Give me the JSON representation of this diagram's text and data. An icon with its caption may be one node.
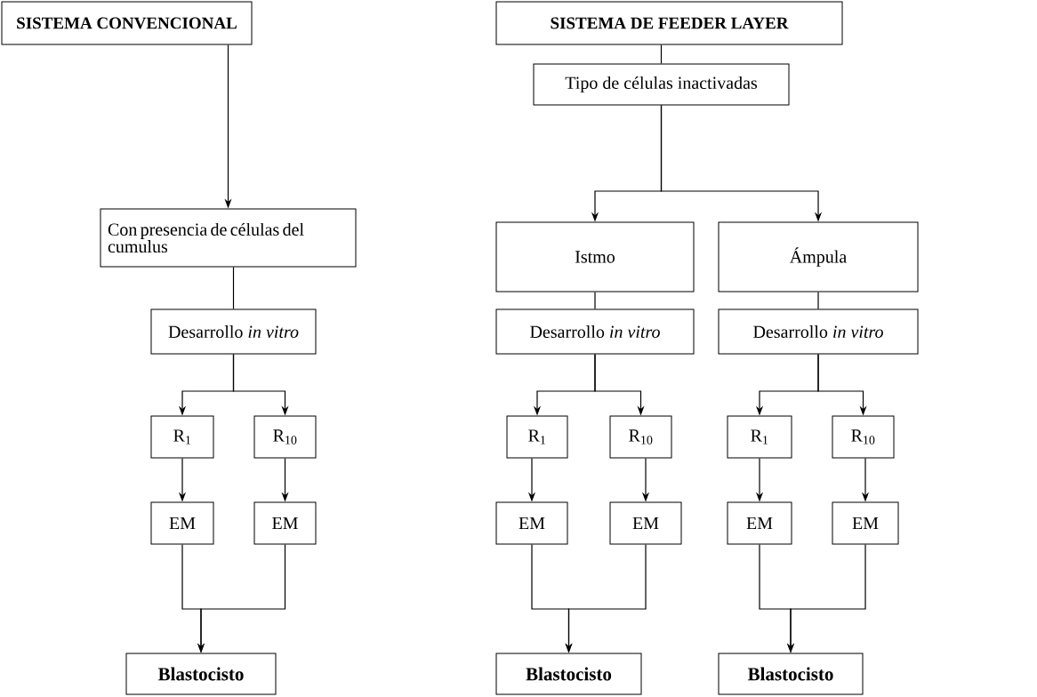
{
  "diagram": {
    "nodes": [
      {
        "text": [
          "SISTEMA CONVENCIONAL"
        ]
      },
      {
        "text": [
          "SISTEMA DE FEEDER LAYER"
        ]
      },
      {
        "text": [
          "Tipo de células inactivadas"
        ]
      },
      {
        "text": [
          "Con presencia de células del cumulus"
        ]
      },
      {
        "text": [
          "Istmo"
        ]
      },
      {
        "text": [
          "Ámpula"
        ]
      },
      {
        "text": [
          "Desarrollo *in vitro*"
        ]
      },
      {
        "text": [
          "Desarrollo *in vitro*"
        ]
      },
      {
        "text": [
          "Desarrollo *in vitro*"
        ]
      },
      {
        "text": [
          "R$_{1}$"
        ]
      },
      {
        "text": [
          "R$_{10}$"
        ]
      },
      {
        "text": [
          "R$_{1}$"
        ]
      },
      {
        "text": [
          "R$_{10}$"
        ]
      },
      {
        "text": [
          "R$_{1}$"
        ]
      },
      {
        "text": [
          "R$_{10}$"
        ]
      },
      {
        "text": [
          "EM"
        ]
      },
      {
        "text": [
          "EM"
        ]
      },
      {
        "text": [
          "EM"
        ]
      },
      {
        "text": [
          "EM"
        ]
      },
      {
        "text": [
          "EM"
        ]
      },
      {
        "text": [
          "EM"
        ]
      },
      {
        "text": [
          "Blastocisto"
        ]
      },
      {
        "text": [
          "Blastocisto"
        ]
      },
      {
        "text": [
          "Blastocisto"
        ]
      }
    ],
    "edges": [
      {
        "from": 0,
        "to": 3,
        "arrow": "to"
      },
      {
        "from": 1,
        "to": 2,
        "arrow": "none"
      },
      {
        "from": 2,
        "to": 4,
        "arrow": "to"
      },
      {
        "from": 2,
        "to": 5,
        "arrow": "to"
      },
      {
        "from": 3,
        "to": 6,
        "arrow": "none"
      },
      {
        "from": 4,
        "to": 7,
        "arrow": "none"
      },
      {
        "from": 5,
        "to": 8,
        "arrow": "none"
      },
      {
        "from": 6,
        "to": 9,
        "arrow": "to"
      },
      {
        "from": 6,
        "to": 10,
        "arrow": "to"
      },
      {
        "from": 7,
        "to": 11,
        "arrow": "to"
      },
      {
        "from": 7,
        "to": 12,
        "arrow": "to"
      },
      {
        "from": 8,
        "to": 13,
        "arrow": "to"
      },
      {
        "from": 8,
        "to": 14,
        "arrow": "to"
      },
      {
        "from": 9,
        "to": 15,
        "arrow": "to"
      },
      {
        "from": 10,
        "to": 16,
        "arrow": "to"
      },
      {
        "from": 11,
        "to": 17,
        "arrow": "to"
      },
      {
        "from": 12,
        "to": 18,
        "arrow": "to"
      },
      {
        "from": 13,
        "to": 19,
        "arrow": "to"
      },
      {
        "from": 14,
        "to": 20,
        "arrow": "to"
      },
      {
        "from": 15,
        "to": 21,
        "arrow": "to"
      },
      {
        "from": 16,
        "to": 21,
        "arrow": "to"
      },
      {
        "from": 17,
        "to": 22,
        "arrow": "to"
      },
      {
        "from": 18,
        "to": 22,
        "arrow": "to"
      },
      {
        "from": 19,
        "to": 23,
        "arrow": "to"
      },
      {
        "from": 20,
        "to": 23,
        "arrow": "to"
      }
    ]
  }
}
